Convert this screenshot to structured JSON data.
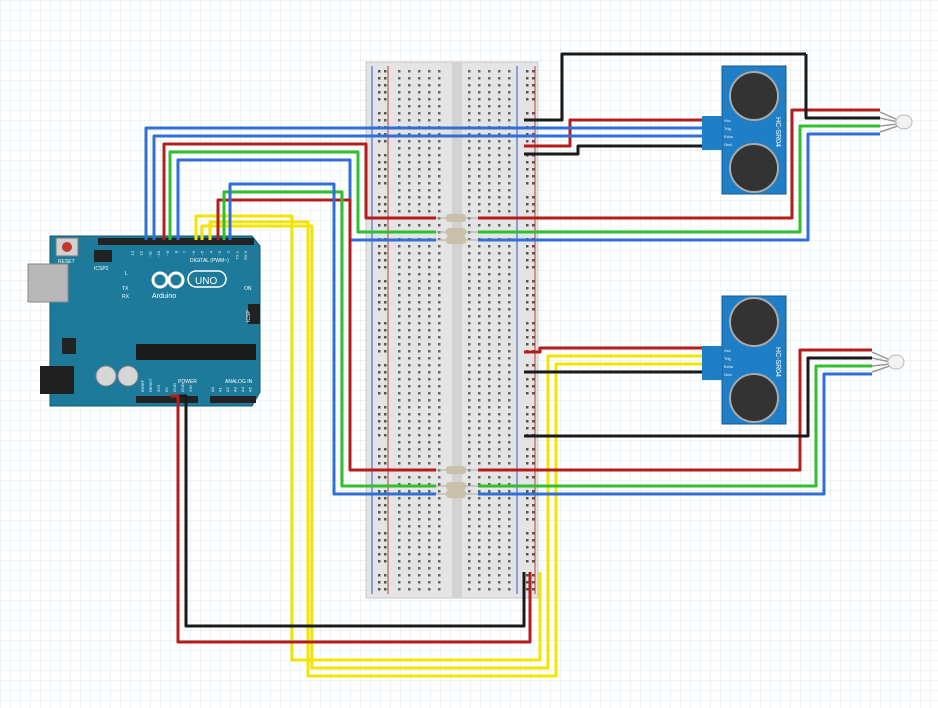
{
  "arduino": {
    "reset": "RESET",
    "icsp2": "ICSP2",
    "aref": "AREF",
    "gnd": "GND",
    "digital": "DIGITAL (PWM~)",
    "uno": "UNO",
    "brand": "Arduino",
    "l": "L",
    "tx": "TX",
    "rx": "RX",
    "on": "ON",
    "icsp": "ICSP",
    "power": "POWER",
    "analog": "ANALOG IN",
    "pin_labels": [
      "13",
      "12",
      "~11",
      "~10",
      "~9",
      "8",
      "7",
      "~6",
      "~5",
      "4",
      "~3",
      "2",
      "TX 1",
      "RX 0"
    ],
    "power_labels": [
      "IOREF",
      "RESET",
      "3V3",
      "5V",
      "GND",
      "GND",
      "VIN"
    ],
    "analog_labels": [
      "A0",
      "A1",
      "A2",
      "A3",
      "A4",
      "A5"
    ]
  },
  "sensors": [
    {
      "model": "HC-SR04",
      "pins": [
        "Vcc",
        "Trig",
        "Echo",
        "Gnd"
      ]
    },
    {
      "model": "HC-SR04",
      "pins": [
        "Vcc",
        "Trig",
        "Echo",
        "Gnd"
      ]
    }
  ],
  "colors": {
    "wire_red": "#b51d1d",
    "wire_black": "#1a1a1a",
    "wire_blue": "#2f6fd6",
    "wire_green": "#2fbf2f",
    "wire_yellow": "#f2e600",
    "arduino_body": "#1d7a9a",
    "sensor_body": "#1e7fc7",
    "breadboard": "#e6e6e6",
    "grid": "#d9e8f2"
  }
}
